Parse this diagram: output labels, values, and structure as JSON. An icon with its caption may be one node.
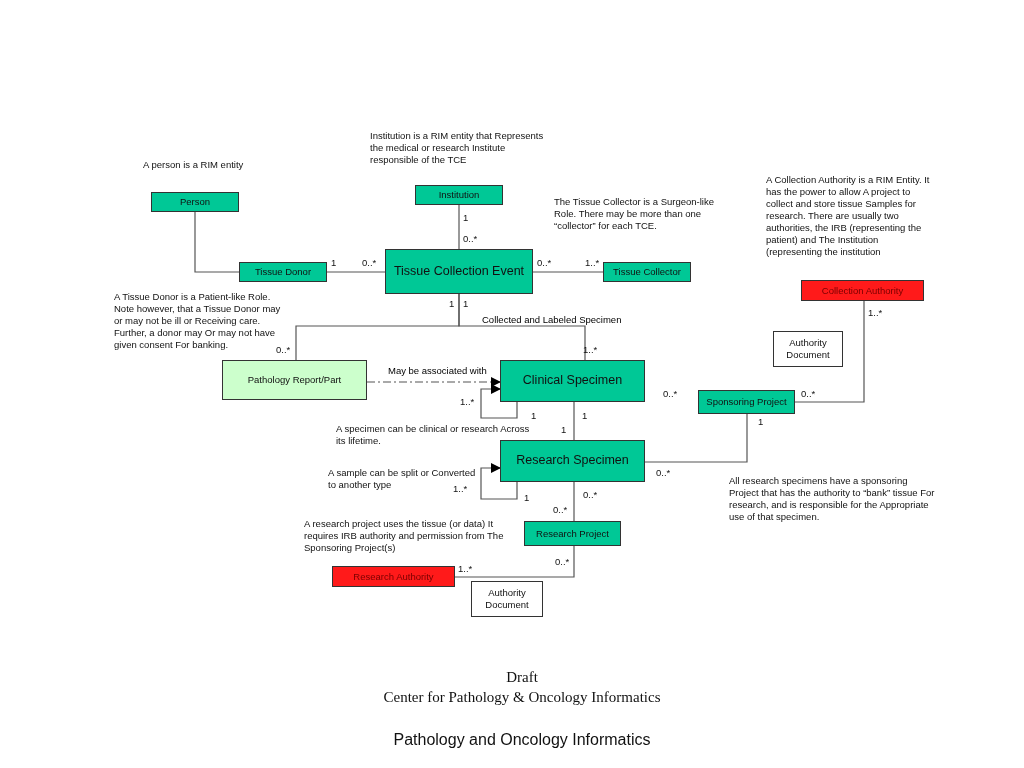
{
  "diagram": {
    "nodes": [
      {
        "text": [
          "Person"
        ]
      },
      {
        "text": [
          "Institution"
        ]
      },
      {
        "text": [
          "Tissue Donor"
        ]
      },
      {
        "text": [
          "Tissue Collection Event"
        ]
      },
      {
        "text": [
          "Tissue Collector"
        ]
      },
      {
        "text": [
          "Collection Authority"
        ]
      },
      {
        "text": [
          "Authority Document"
        ]
      },
      {
        "text": [
          "Pathology Report/Part"
        ]
      },
      {
        "text": [
          "Clinical Specimen"
        ]
      },
      {
        "text": [
          "Sponsoring Project"
        ]
      },
      {
        "text": [
          "Research Specimen"
        ]
      },
      {
        "text": [
          "Research Project"
        ]
      },
      {
        "text": [
          "Research Authority"
        ]
      },
      {
        "text": [
          "Authority Document"
        ]
      }
    ],
    "edges": [
      {
        "from": 0,
        "to": 2,
        "arrow": "none"
      },
      {
        "from": 1,
        "to": 3,
        "arrow": "none"
      },
      {
        "from": 2,
        "to": 3,
        "arrow": "none"
      },
      {
        "from": 3,
        "to": 4,
        "arrow": "none"
      },
      {
        "from": 3,
        "to": 7,
        "arrow": "none"
      },
      {
        "from": 3,
        "to": 8,
        "arrow": "none",
        "label": "Collected and Labeled Specimen"
      },
      {
        "from": 7,
        "to": 8,
        "arrow": "to",
        "label": "May be associated with",
        "style": "dashed"
      },
      {
        "from": 8,
        "to": 8,
        "arrow": "to"
      },
      {
        "from": 8,
        "to": 10,
        "arrow": "none"
      },
      {
        "from": 10,
        "to": 10,
        "arrow": "to"
      },
      {
        "from": 10,
        "to": 9,
        "arrow": "none"
      },
      {
        "from": 9,
        "to": 5,
        "arrow": "none"
      },
      {
        "from": 10,
        "to": 11,
        "arrow": "none"
      },
      {
        "from": 11,
        "to": 12,
        "arrow": "none"
      }
    ],
    "labels": [
      "Institution is a RIM entity that Represents the medical or research Institute responsible of the TCE",
      "A person is a RIM entity",
      "The Tissue Collector is a Surgeon-like Role. There may be more than one “collector” for each TCE.",
      "A Collection Authority is a RIM Entity. It has the power to allow A project to collect and store tissue Samples for research. There are usually two authorities, the IRB (representing the patient) and The Institution (representing the institution",
      "1",
      "0..*",
      "1",
      "0..*",
      "0..*",
      "1..*",
      "A Tissue Donor is a Patient-like Role. Note however, that  a Tissue Donor may or may not be ill or Receiving care. Further, a donor may Or may not have given consent For banking.",
      "1",
      "1",
      "1..*",
      "0..*",
      "1..*",
      "0..*",
      "0..*",
      "1..*",
      "1",
      "1",
      "1",
      "A specimen can be clinical or research Across its lifetime.",
      "1",
      "0..*",
      "A sample can be split or Converted to another type",
      "All research specimens have a sponsoring Project that has the authority to “bank” tissue For research, and is responsible for the Appropriate use of that specimen.",
      "1..*",
      "1",
      "0..*",
      "0..*",
      "A research project uses the tissue (or data) It requires IRB authority and permission from The Sponsoring Project(s)",
      "0..*",
      "1..*",
      "Draft",
      "Center for Pathology & Oncology Informatics",
      "Pathology and Oncology Informatics"
    ]
  }
}
